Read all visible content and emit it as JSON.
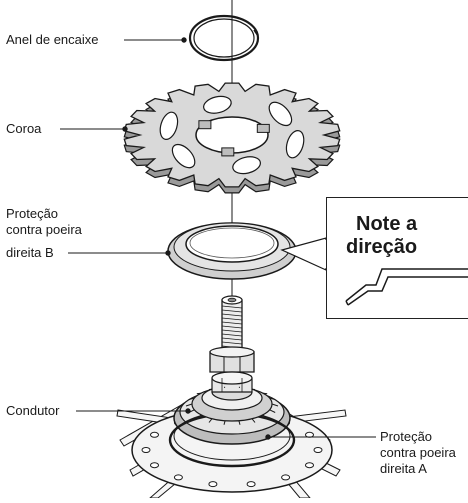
{
  "labels": {
    "snap_ring": "Anel de encaixe",
    "sprocket": "Coroa",
    "dust_cap_b": [
      "Proteção",
      "contra poeira",
      "direita B"
    ],
    "driver": "Condutor",
    "dust_cap_a": [
      "Proteção",
      "contra poeira",
      "direita A"
    ]
  },
  "note": {
    "title": [
      "Note a",
      "direção"
    ]
  },
  "colors": {
    "line": "#1a1a1a",
    "part_fill": "#d9d9d9",
    "part_dark": "#8a8a8a",
    "background": "#ffffff"
  }
}
